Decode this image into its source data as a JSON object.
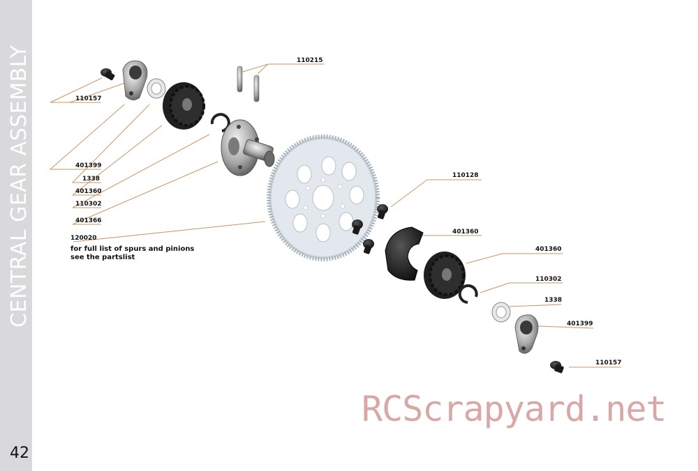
{
  "sidebar": {
    "section_title": "CENTRAL GEAR ASSEMBLY",
    "page_number": "42"
  },
  "callouts": {
    "c110215": "110215",
    "c110157_top": "110157",
    "c401399_top": "401399",
    "c1338_top": "1338",
    "c401360_top": "401360",
    "c110302_top": "110302",
    "c401366": "401366",
    "c120020": "120020",
    "c110128": "110128",
    "c401360_mid": "401360",
    "c401360_right": "401360",
    "c110302_right": "110302",
    "c1338_right": "1338",
    "c401399_right": "401399",
    "c110157_bottom": "110157"
  },
  "note": {
    "line1": "for full list of spurs and pinions",
    "line2": "see the partslist"
  },
  "watermark": "RCScrapyard.net"
}
